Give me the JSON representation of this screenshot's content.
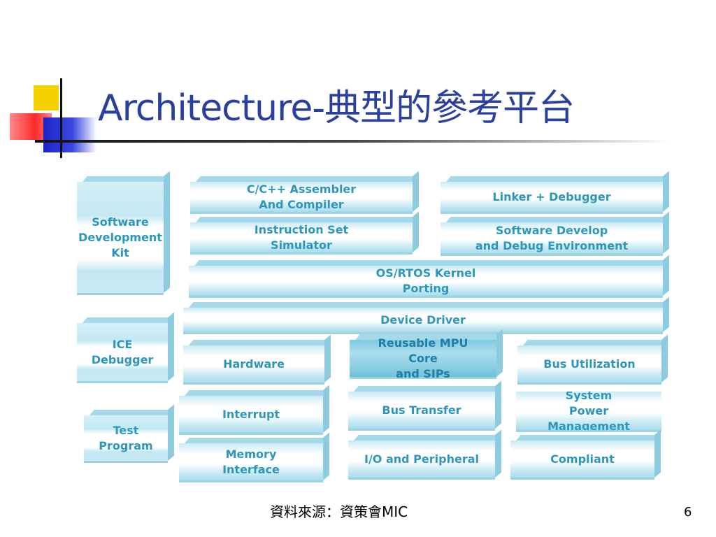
{
  "title": "Architecture-典型的參考平台",
  "blocks": {
    "sdk": "Software\nDevelopment\nKit",
    "compiler": "C/C++ Assembler\nAnd Compiler",
    "linker": "Linker + Debugger",
    "simulator": "Instruction Set\nSimulator",
    "sw_env": "Software Develop\nand Debug Environment",
    "os": "OS/RTOS Kernel\nPorting",
    "driver": "Device Driver",
    "ice": "ICE\nDebugger",
    "hardware": "Hardware",
    "mpu": "Reusable MPU\nCore\nand SIPs",
    "bus_util": "Bus Utilization",
    "interrupt": "Interrupt",
    "bus_transfer": "Bus Transfer",
    "power": "System\nPower\nManagement",
    "test": "Test\nProgram",
    "memory": "Memory\nInterface",
    "io": "I/O and Peripheral",
    "compliant": "Compliant"
  },
  "footer": {
    "source": "資料來源：資策會MIC",
    "page": "6"
  }
}
